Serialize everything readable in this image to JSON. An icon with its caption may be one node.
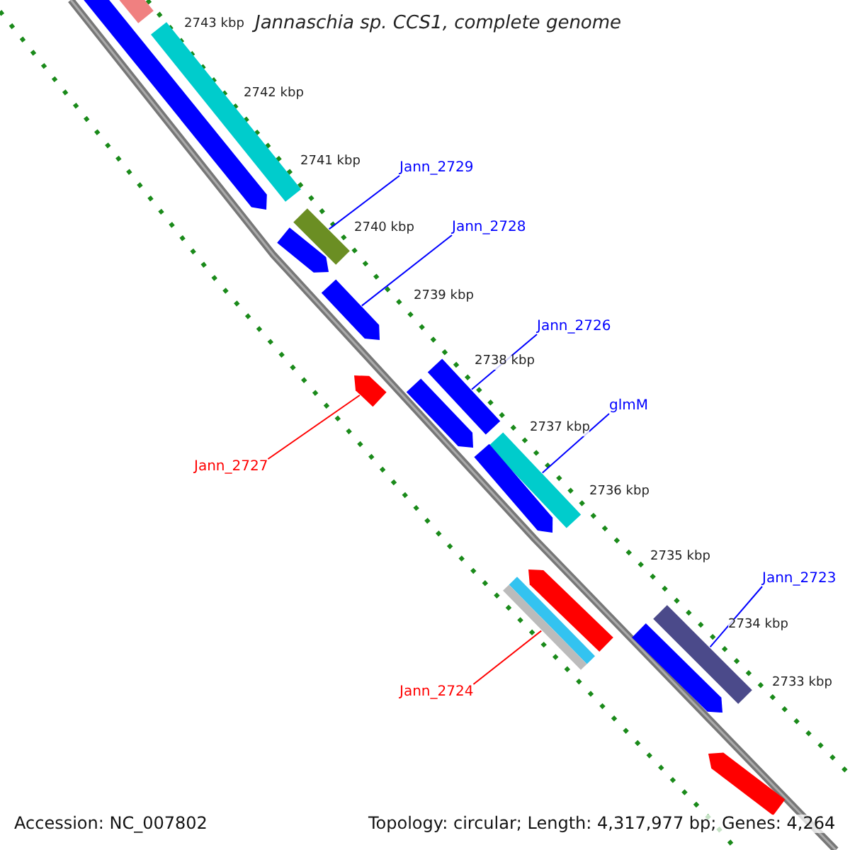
{
  "diagram": {
    "title": "Jannaschia sp. CCS1, complete genome",
    "nodes": [
      {
        "text": [
          "Jann_2729"
        ]
      },
      {
        "text": [
          "Jann_2728"
        ]
      },
      {
        "text": [
          "Jann_2726"
        ]
      },
      {
        "text": [
          "glmM"
        ]
      },
      {
        "text": [
          "Jann_2727"
        ]
      },
      {
        "text": [
          "Jann_2723"
        ]
      },
      {
        "text": [
          "Jann_2724"
        ]
      },
      {
        "text": [],
        "shape": "bar"
      },
      {
        "text": [],
        "shape": "bar"
      },
      {
        "text": [],
        "shape": "bar"
      },
      {
        "text": [],
        "shape": "bar"
      },
      {
        "text": [],
        "shape": "bar"
      },
      {
        "text": [],
        "shape": "bar"
      },
      {
        "text": [],
        "shape": "bar"
      },
      {
        "text": [],
        "shape": "bar"
      },
      {
        "text": [],
        "shape": "bar"
      },
      {
        "text": [],
        "shape": "bar"
      },
      {
        "text": [],
        "shape": "bar"
      },
      {
        "text": [],
        "shape": "bar"
      },
      {
        "text": [],
        "shape": "bar"
      },
      {
        "text": [],
        "shape": "bar"
      },
      {
        "text": [],
        "shape": "bar"
      },
      {
        "text": [],
        "shape": "bar"
      }
    ],
    "edges": [
      {
        "from": 0,
        "to": 7,
        "arrow": "none"
      },
      {
        "from": 1,
        "to": 8,
        "arrow": "none"
      },
      {
        "from": 2,
        "to": 9,
        "arrow": "none"
      },
      {
        "from": 3,
        "to": 10,
        "arrow": "none"
      },
      {
        "from": 4,
        "to": 11,
        "arrow": "none",
        "color": "#ff0000"
      },
      {
        "from": 5,
        "to": 12,
        "arrow": "none"
      },
      {
        "from": 6,
        "to": 13,
        "arrow": "none",
        "color": "#ff0000"
      }
    ],
    "labels": [
      "2743 kbp",
      "2742 kbp",
      "2741 kbp",
      "2740 kbp",
      "2739 kbp",
      "2738 kbp",
      "2737 kbp",
      "2736 kbp",
      "2735 kbp",
      "2734 kbp",
      "2733 kbp",
      "Accession: NC_007802",
      "Topology: circular; Length: 4,317,977 bp; Genes: 4,264"
    ]
  }
}
